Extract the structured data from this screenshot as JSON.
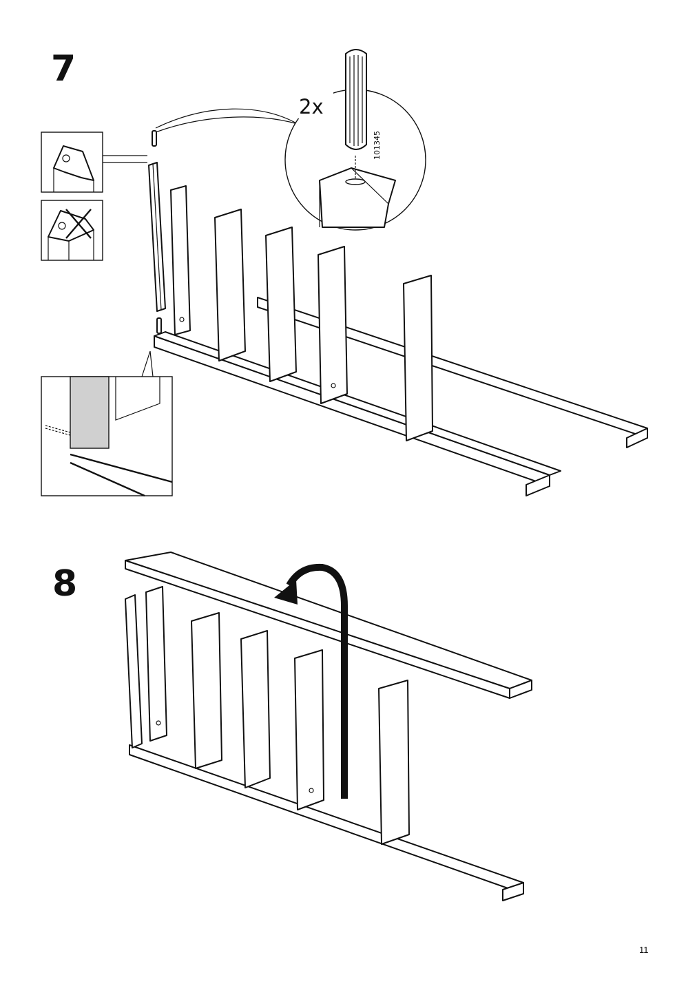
{
  "page": {
    "number": "11"
  },
  "step7": {
    "number": "7",
    "detail": {
      "quantity": "2x",
      "part_number": "101345"
    },
    "insets": [
      "correct-orientation",
      "incorrect-orientation",
      "flush-alignment-detail"
    ]
  },
  "step8": {
    "number": "8",
    "action": "place-top-rail"
  },
  "icons": {
    "dowel": "dowel-icon",
    "arrow": "curved-arrow-icon",
    "cross": "cross-mark-icon"
  }
}
